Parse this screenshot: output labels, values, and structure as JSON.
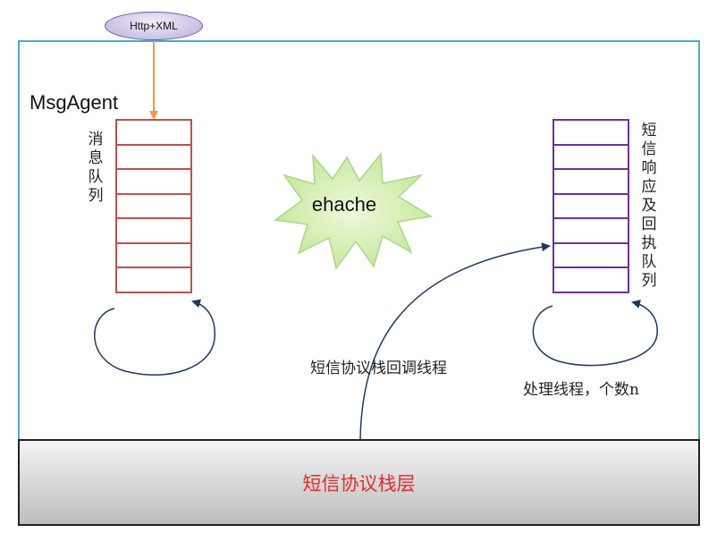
{
  "http_node": {
    "label": "Http+XML"
  },
  "msg_agent": {
    "label": "MsgAgent"
  },
  "left_queue": {
    "label": "消息队列",
    "cells": 7
  },
  "cache": {
    "label": "ehache"
  },
  "right_queue": {
    "label": "短信响应及回执队列",
    "cells": 7
  },
  "callback_thread": {
    "label": "短信协议栈回调线程"
  },
  "worker_threads": {
    "label": "处理线程，个数n"
  },
  "protocol_layer": {
    "label": "短信协议栈层"
  },
  "colors": {
    "frame": "#4bacc6",
    "left_queue": "#c0504d",
    "right_queue": "#7030a0",
    "arrow_orange": "#f79646",
    "arrow_navy": "#1f3864",
    "star_fill": "#d7f0b2",
    "protocol_text": "#e52b2b"
  }
}
